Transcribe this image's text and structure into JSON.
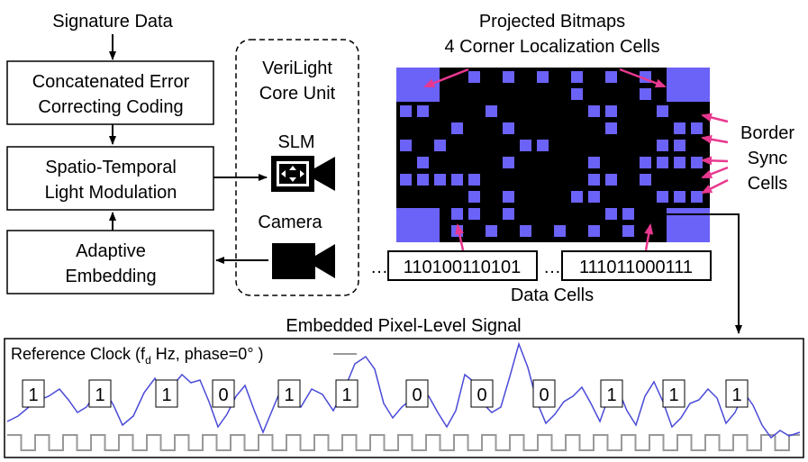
{
  "flow": {
    "signature_label": "Signature Data",
    "ecc_line1": "Concatenated Error",
    "ecc_line2": "Correcting Coding",
    "stlm_line1": "Spatio-Temporal",
    "stlm_line2": "Light Modulation",
    "adaptive_line1": "Adaptive",
    "adaptive_line2": "Embedding"
  },
  "core": {
    "title_line1": "VeriLight",
    "title_line2": "Core Unit",
    "slm_label": "SLM",
    "camera_label": "Camera"
  },
  "bitmap": {
    "title_line1": "Projected Bitmaps",
    "title_line2": "4 Corner Localization Cells",
    "border_line1": "Border",
    "border_line2": "Sync",
    "border_line3": "Cells",
    "data_cells_label": "Data Cells",
    "data_cells": [
      {
        "prefix": "…",
        "bits": "110100110101"
      },
      {
        "prefix": "…",
        "bits": "111011000111"
      }
    ],
    "colors": {
      "cell": "#6b62f7",
      "background": "#000000",
      "arrow": "#e8388f"
    }
  },
  "signal": {
    "title": "Embedded Pixel-Level Signal",
    "legend_prefix": "Reference Clock (f",
    "legend_sub": "d",
    "legend_suffix": " Hz, phase=0° )",
    "bits": [
      "1",
      "1",
      "1",
      "0",
      "1",
      "1",
      "0",
      "0",
      "0",
      "1",
      "1",
      "1"
    ],
    "colors": {
      "signal": "#4a4ad8",
      "clock": "#999999"
    }
  }
}
